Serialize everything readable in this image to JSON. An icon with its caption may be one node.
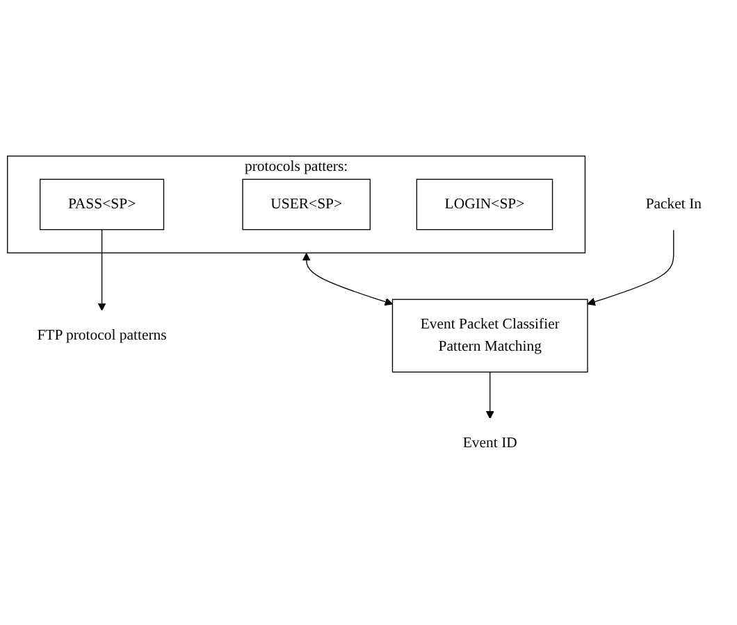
{
  "diagram": {
    "nodes": [
      {
        "text": [
          "protocols patters:"
        ]
      },
      {
        "text": [
          "USER<SP>"
        ],
        "in": 0
      },
      {
        "text": [
          "PASS<SP>"
        ],
        "in": 0
      },
      {
        "text": [
          "LOGIN<SP>"
        ],
        "in": 0
      },
      {
        "text": [
          "FTP protocol patterns"
        ]
      },
      {
        "text": [
          "Event Packet Classifier",
          "Pattern Matching"
        ]
      },
      {
        "text": [
          "Packet In"
        ]
      },
      {
        "text": [
          "Event ID"
        ]
      }
    ],
    "edges": [
      {
        "from": 2,
        "to": 4,
        "arrow": "to"
      },
      {
        "from": 0,
        "to": 5,
        "arrow": "both"
      },
      {
        "from": 6,
        "to": 5,
        "arrow": "to"
      },
      {
        "from": 5,
        "to": 7,
        "arrow": "to"
      }
    ]
  }
}
